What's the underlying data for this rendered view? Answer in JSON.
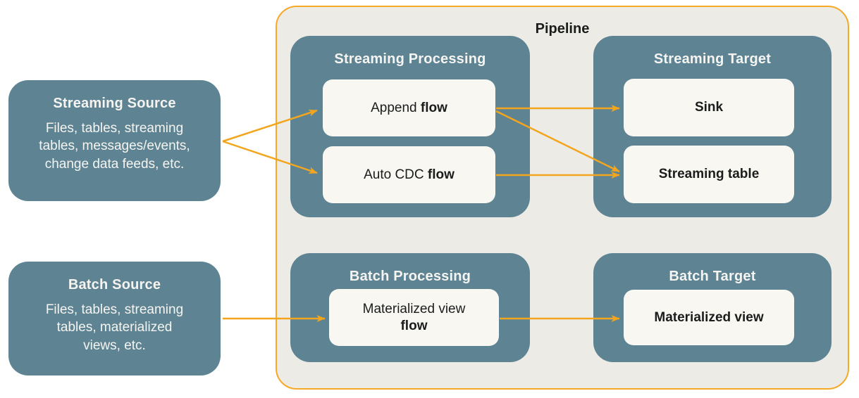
{
  "colors": {
    "teal": "#5E8494",
    "orange": "#F2A51D",
    "pipeline_bg": "#EDEBE6",
    "pipeline_border": "#F5A927",
    "card_bg": "#F8F7F2",
    "text_dark": "#1B1C1C",
    "text_light": "#F5F4F0"
  },
  "sources": {
    "streaming": {
      "title": "Streaming Source",
      "body": "Files, tables, streaming\ntables, messages/events,\nchange data feeds, etc."
    },
    "batch": {
      "title": "Batch Source",
      "body": "Files, tables, streaming\ntables, materialized\nviews, etc."
    }
  },
  "pipeline": {
    "title": "Pipeline",
    "sections": {
      "streaming_processing": {
        "title": "Streaming Processing",
        "nodes": {
          "append_flow": {
            "text": "Append",
            "bold": "flow"
          },
          "auto_cdc_flow": {
            "text": "Auto CDC",
            "bold": "flow"
          }
        }
      },
      "streaming_target": {
        "title": "Streaming Target",
        "nodes": {
          "sink": {
            "bold": "Sink"
          },
          "streaming_table": {
            "bold": "Streaming table"
          }
        }
      },
      "batch_processing": {
        "title": "Batch Processing",
        "nodes": {
          "materialized_view_flow": {
            "text": "Materialized view",
            "bold": "flow"
          }
        }
      },
      "batch_target": {
        "title": "Batch Target",
        "nodes": {
          "materialized_view": {
            "bold": "Materialized view"
          }
        }
      }
    }
  },
  "edges": [
    {
      "from": "streaming-source",
      "to": "append-flow"
    },
    {
      "from": "streaming-source",
      "to": "auto-cdc-flow"
    },
    {
      "from": "append-flow",
      "to": "sink"
    },
    {
      "from": "append-flow",
      "to": "streaming-table"
    },
    {
      "from": "auto-cdc-flow",
      "to": "streaming-table"
    },
    {
      "from": "batch-source",
      "to": "materialized-view-flow"
    },
    {
      "from": "materialized-view-flow",
      "to": "materialized-view"
    }
  ]
}
